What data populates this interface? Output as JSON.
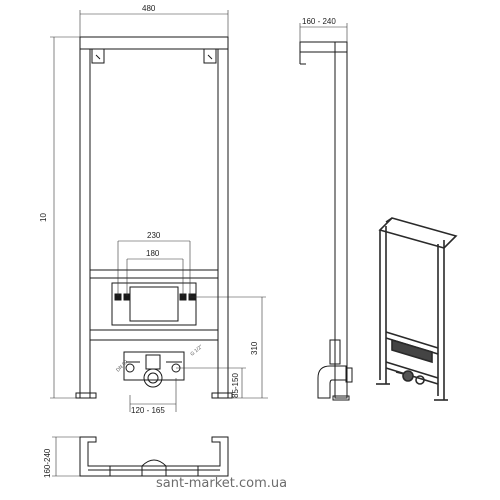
{
  "dimensions": {
    "total_width": "480",
    "frame_height": "10",
    "side_depth": "160 - 240",
    "outer_spacing": "230",
    "inner_spacing": "180",
    "fixing_height": "310",
    "drain_height": "85-150",
    "drain_offset": "120 - 165",
    "base_depth": "160-240"
  },
  "labels": {
    "pipe_left": "DN 90",
    "pipe_right": "G 1/2\""
  },
  "watermark": "sant-market.com.ua",
  "colors": {
    "line": "#1a1a1a",
    "dim_line": "#333333",
    "watermark": "#6c6c6c"
  }
}
